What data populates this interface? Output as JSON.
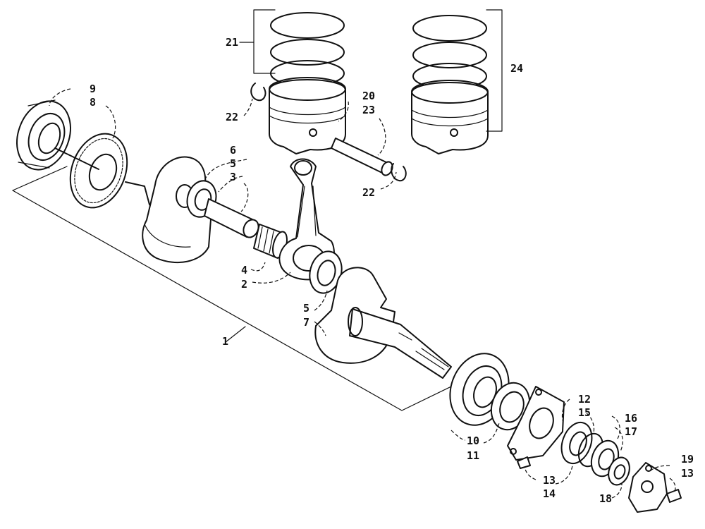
{
  "callouts": {
    "p1": "1",
    "p2": "2",
    "p3": "3",
    "p4": "4",
    "p5a": "5",
    "p5b": "5",
    "p6": "6",
    "p7": "7",
    "p8": "8",
    "p9": "9",
    "p10": "10",
    "p11": "11",
    "p12": "12",
    "p13a": "13",
    "p13b": "13",
    "p14": "14",
    "p15": "15",
    "p16": "16",
    "p17": "17",
    "p18": "18",
    "p19": "19",
    "p20": "20",
    "p21": "21",
    "p22a": "22",
    "p22b": "22",
    "p23": "23",
    "p24": "24"
  }
}
